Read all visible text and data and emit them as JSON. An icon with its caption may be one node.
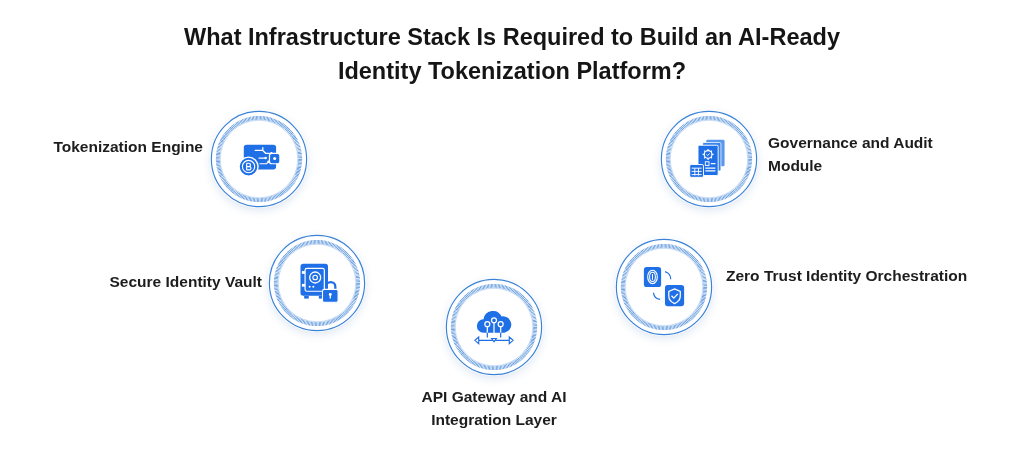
{
  "diagram": {
    "title": "What Infrastructure Stack Is Required to Build an AI-Ready Identity Tokenization Platform?",
    "nodes": [
      {
        "text": [
          "Tokenization Engine"
        ]
      },
      {
        "text": [
          "Governance and Audit Module"
        ]
      },
      {
        "text": [
          "Secure Identity Vault"
        ]
      },
      {
        "text": [
          "Zero Trust Identity Orchestration"
        ]
      },
      {
        "text": [
          "API Gateway and AI Integration Layer"
        ]
      }
    ]
  }
}
